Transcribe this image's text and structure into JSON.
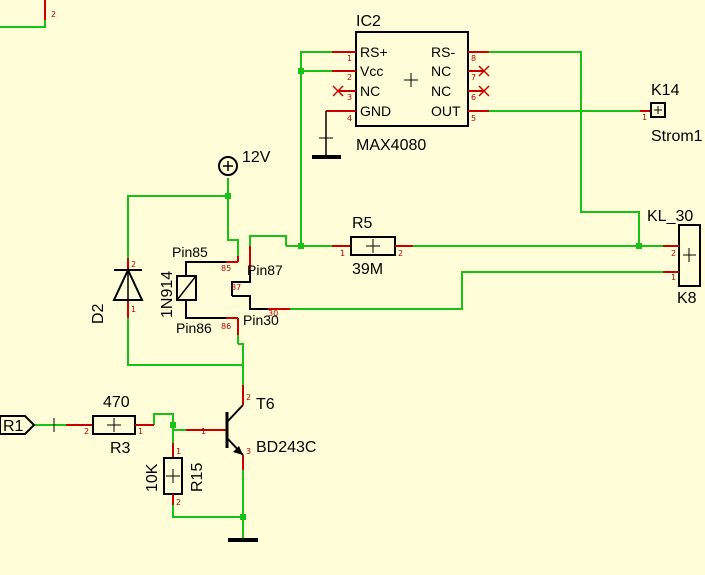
{
  "colors": {
    "background": "#fffed8",
    "wire": "#16c216",
    "pin": "#c80000",
    "symbol": "#000000",
    "pin_number": "#c00000"
  },
  "ic2": {
    "ref": "IC2",
    "part": "MAX4080",
    "left_pins": [
      {
        "name": "RS+",
        "num": "1"
      },
      {
        "name": "Vcc",
        "num": "2"
      },
      {
        "name": "NC",
        "num": "3"
      },
      {
        "name": "GND",
        "num": "4"
      }
    ],
    "right_pins": [
      {
        "name": "RS-",
        "num": "8"
      },
      {
        "name": "NC",
        "num": "7"
      },
      {
        "name": "NC",
        "num": "6"
      },
      {
        "name": "OUT",
        "num": "5"
      }
    ]
  },
  "k14": {
    "ref": "K14",
    "label": "Strom1",
    "pin": "1"
  },
  "kl30": {
    "ref": "KL_30",
    "part": "K8",
    "pin1": "1",
    "pin2": "2"
  },
  "r5": {
    "ref": "R5",
    "value": "39M",
    "pin1": "1",
    "pin2": "2"
  },
  "supply": {
    "label": "12V"
  },
  "relay": {
    "pin85": "Pin85",
    "pin86": "Pin86",
    "pin87": "Pin87",
    "pin30": "Pin30",
    "num85": "85",
    "num86": "86",
    "num87": "87",
    "num30": "30"
  },
  "d2": {
    "ref": "D2",
    "part": "1N914",
    "pin1": "1",
    "pin2": "2"
  },
  "t6": {
    "ref": "T6",
    "part": "BD243C",
    "pin1": "1",
    "pin2": "2",
    "pin3": "3"
  },
  "r3": {
    "ref": "R3",
    "value": "470",
    "pin1": "1",
    "pin2": "2"
  },
  "r15": {
    "ref": "R15",
    "value": "10K",
    "pin1": "1",
    "pin2": "2"
  },
  "port": {
    "label": "R1"
  },
  "top_left": {
    "pin": "2"
  }
}
